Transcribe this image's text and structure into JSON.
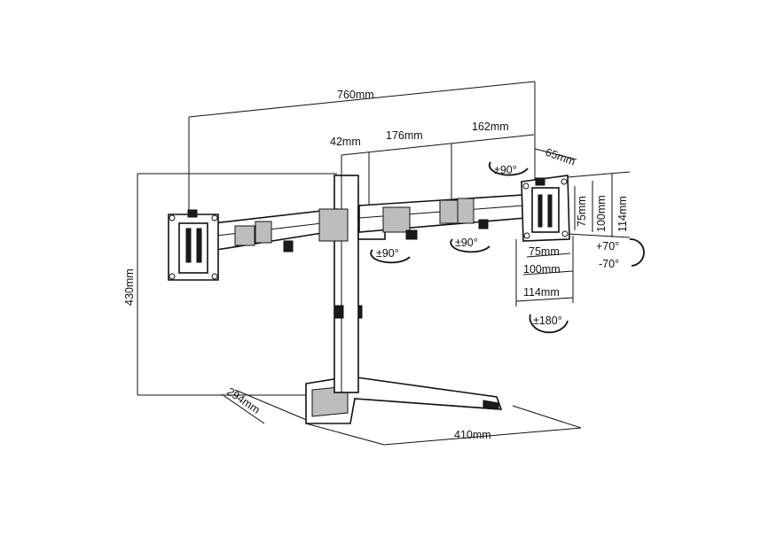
{
  "dimensions": {
    "total_width": "760mm",
    "pole_offset": "42mm",
    "arm_segment_1": "176mm",
    "arm_segment_2": "162mm",
    "head_offset": "65mm",
    "height": "430mm",
    "base_depth": "294mm",
    "base_width": "410mm",
    "vesa_v_75": "75mm",
    "vesa_v_100": "100mm",
    "vesa_v_114": "114mm",
    "vesa_h_75": "75mm",
    "vesa_h_100": "100mm",
    "vesa_h_114": "114mm"
  },
  "rotations": {
    "head_tilt_top": "±90°",
    "arm_swivel_left": "±90°",
    "arm_swivel_right": "±90°",
    "tilt_up": "+70°",
    "tilt_down": "-70°",
    "rotate": "±180°"
  },
  "colors": {
    "ink": "#111111",
    "background": "#ffffff"
  }
}
